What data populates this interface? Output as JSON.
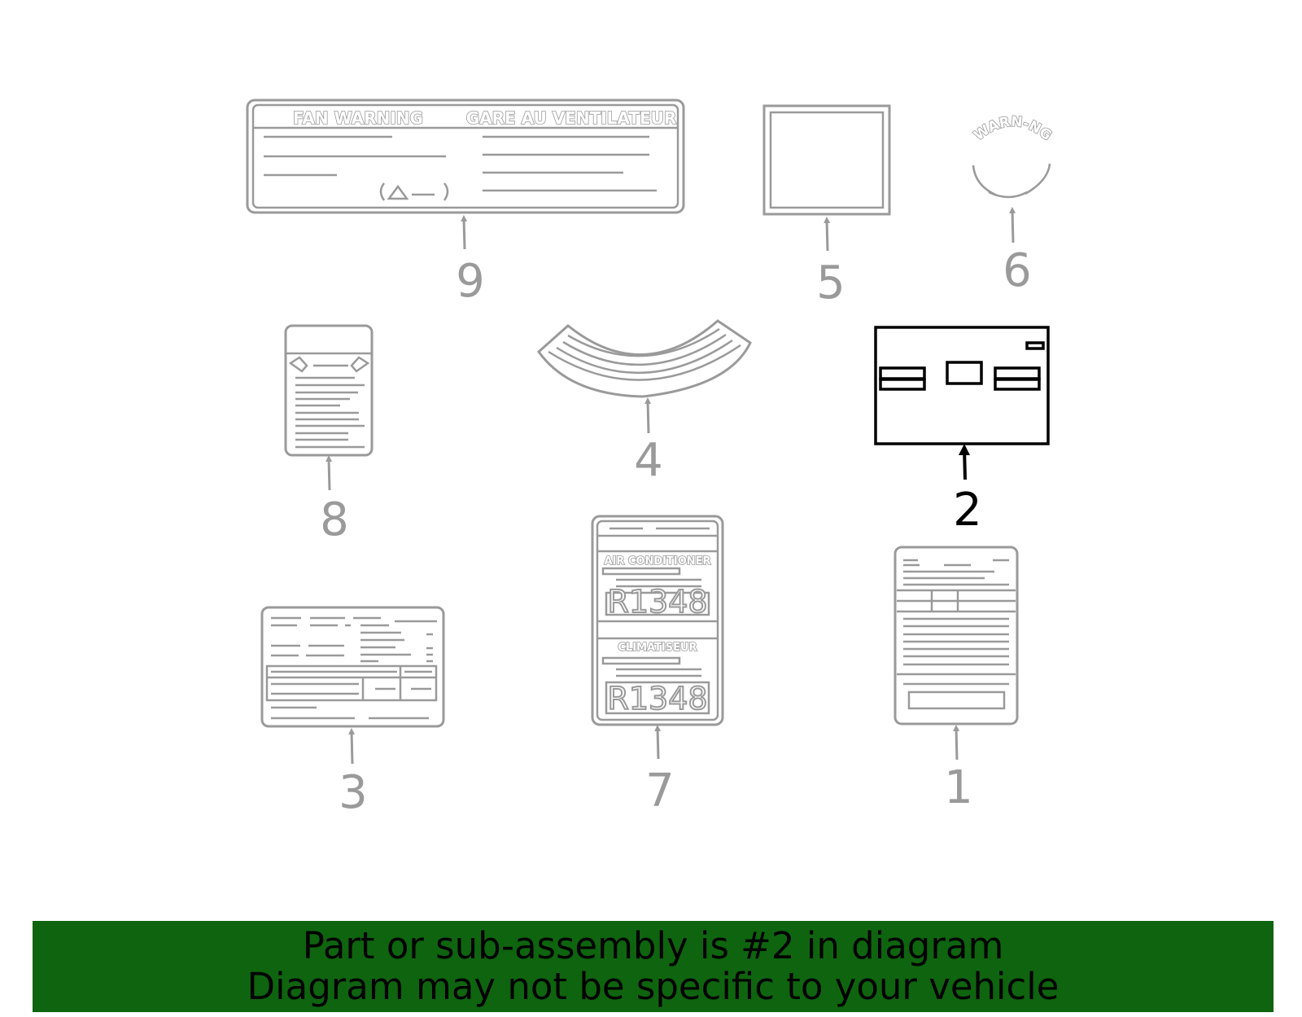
{
  "callouts": {
    "part1": "1",
    "part2": "2",
    "part3": "3",
    "part4": "4",
    "part5": "5",
    "part6": "6",
    "part7": "7",
    "part8": "8",
    "part9": "9"
  },
  "label9": {
    "left_heading": "FAN WARNING",
    "right_heading": "GARE AU VENTILATEUR"
  },
  "label6": {
    "arc_text": "WARN-NG"
  },
  "label7": {
    "heading_top": "AIR CONDITIONER",
    "code_top": "R1348",
    "heading_bottom": "CLIMATISEUR",
    "code_bottom": "R1348"
  },
  "banner": {
    "line1": "Part or sub-assembly is #2 in diagram",
    "line2": "Diagram may not be specific to your vehicle"
  },
  "colors": {
    "part_gray": "#9a9a9a",
    "highlight": "#000000",
    "banner_bg": "#0f640f"
  }
}
